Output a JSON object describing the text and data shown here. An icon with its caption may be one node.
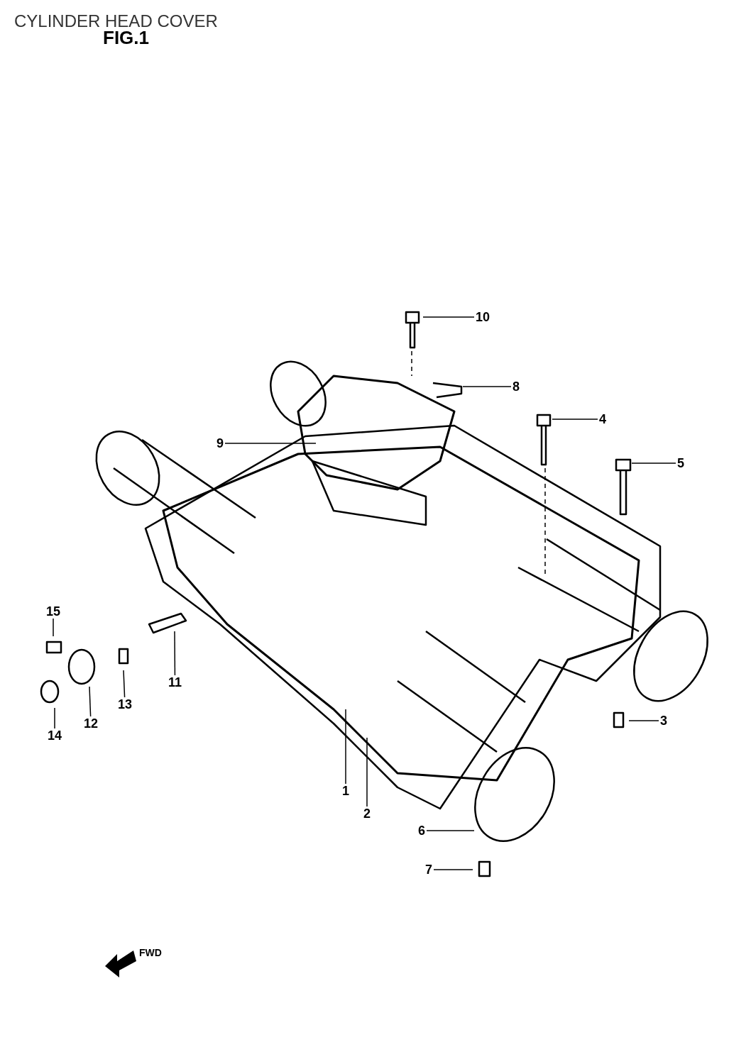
{
  "diagram": {
    "title": "CYLINDER HEAD COVER",
    "nodes": [
      {
        "text": [
          "10"
        ]
      },
      {
        "text": [
          "8"
        ]
      },
      {
        "text": [
          "4"
        ]
      },
      {
        "text": [
          "9"
        ]
      },
      {
        "text": [
          "5"
        ]
      },
      {
        "text": [
          "15"
        ]
      },
      {
        "text": [
          "11"
        ]
      },
      {
        "text": [
          "13"
        ]
      },
      {
        "text": [
          "3"
        ]
      },
      {
        "text": [
          "12"
        ]
      },
      {
        "text": [
          "14"
        ]
      },
      {
        "text": [
          "1"
        ]
      },
      {
        "text": [
          "2"
        ]
      },
      {
        "text": [
          "6"
        ]
      },
      {
        "text": [
          "7"
        ]
      }
    ],
    "edges": [
      {
        "from": 0,
        "to": null,
        "arrow": "none"
      },
      {
        "from": 1,
        "to": null,
        "arrow": "none"
      },
      {
        "from": 2,
        "to": null,
        "arrow": "none"
      },
      {
        "from": 3,
        "to": null,
        "arrow": "none"
      },
      {
        "from": 4,
        "to": null,
        "arrow": "none"
      },
      {
        "from": 5,
        "to": null,
        "arrow": "none"
      },
      {
        "from": 6,
        "to": null,
        "arrow": "none"
      },
      {
        "from": 7,
        "to": null,
        "arrow": "none"
      },
      {
        "from": 8,
        "to": null,
        "arrow": "none"
      },
      {
        "from": 9,
        "to": null,
        "arrow": "none"
      },
      {
        "from": 10,
        "to": null,
        "arrow": "none"
      },
      {
        "from": 11,
        "to": null,
        "arrow": "none"
      },
      {
        "from": 12,
        "to": null,
        "arrow": "none"
      },
      {
        "from": 13,
        "to": null,
        "arrow": "none"
      },
      {
        "from": 14,
        "to": null,
        "arrow": "none"
      }
    ],
    "labels": [
      "FIG.1",
      "FWD"
    ]
  }
}
